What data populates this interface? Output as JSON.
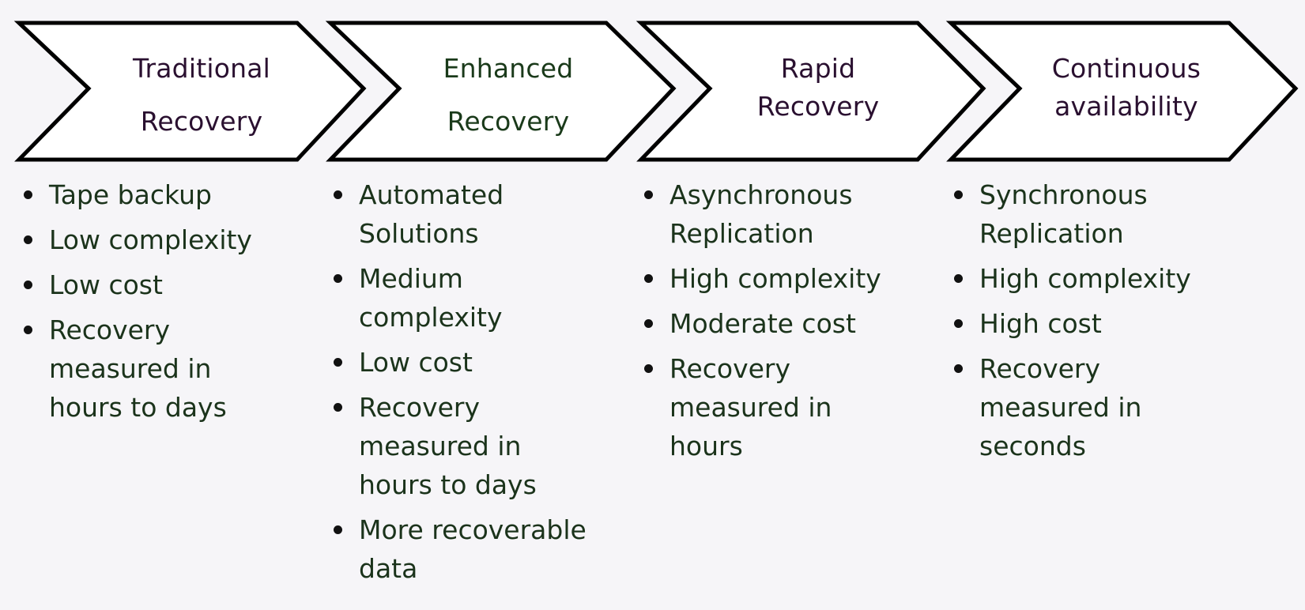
{
  "colors": {
    "background": "#f6f5f8",
    "chevron_fill": "#ffffff",
    "chevron_stroke": "#000000",
    "heading_text": "#2a1030",
    "bullet_text": "#1b331b"
  },
  "stages": [
    {
      "title_lines": [
        "Traditional",
        "Recovery"
      ],
      "bullets": [
        "Tape backup",
        "Low complexity",
        "Low cost",
        "Recovery measured in hours to days"
      ]
    },
    {
      "title_lines": [
        "Enhanced",
        "Recovery"
      ],
      "bullets": [
        "Automated Solutions",
        "Medium complexity",
        "Low cost",
        "Recovery measured in hours to days",
        "More recoverable data"
      ]
    },
    {
      "title_lines": [
        "Rapid",
        "Recovery"
      ],
      "bullets": [
        "Asynchronous Replication",
        "High complexity",
        "Moderate cost",
        "Recovery measured in hours"
      ]
    },
    {
      "title_lines": [
        "Continuous",
        "availability"
      ],
      "bullets": [
        "Synchronous Replication",
        "High complexity",
        "High cost",
        "Recovery measured in seconds"
      ]
    }
  ]
}
